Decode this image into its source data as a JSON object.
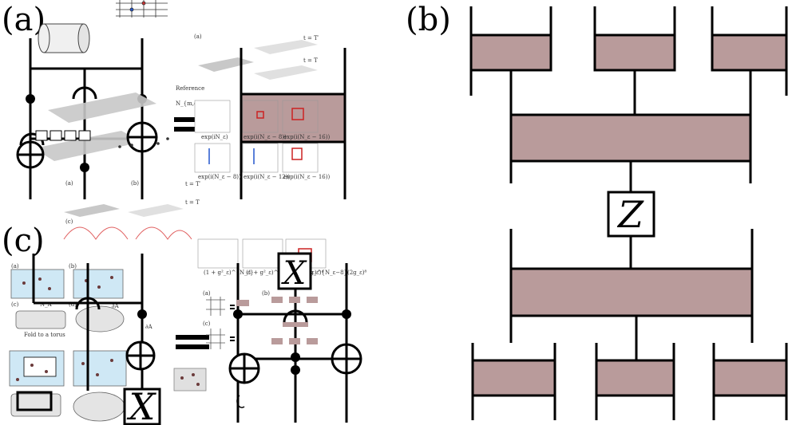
{
  "panels": {
    "a": {
      "label": "(a)"
    },
    "b": {
      "label": "(b)"
    },
    "c": {
      "label": "(c)"
    }
  },
  "operators": {
    "z_label": "Z",
    "x_label": "X",
    "x_label_c": "X"
  },
  "inset_text": {
    "a_top_sub": "(a)",
    "a_t_prime": "t = T′",
    "a_t": "t = T",
    "a_reference": "Reference",
    "a_n_m_q": "N_{m,q} =",
    "a_exp1": "exp(iN_ε)",
    "a_exp2": "exp(i(N_ε − 8))",
    "a_exp3": "exp(i(N_ε − 16))",
    "a_exp4": "exp(i(N_ε − 8))",
    "a_exp5": "exp(i(N_ε − 12))",
    "a_exp6": "exp(i(N_ε − 16))",
    "a_bottom_a": "(a)",
    "a_bottom_b": "(b)",
    "a_bottom_c": "(c)",
    "c_a": "(a)",
    "c_b": "(b)",
    "c_c": "(c)",
    "c_d": "(d)",
    "c_na": "N_A",
    "c_da": "∂A",
    "c_fold": "Fold to a torus",
    "c_da_right": "∂A",
    "c_sub_a": "(a)",
    "c_sub_b": "(b)",
    "c_sub_c": "(c)",
    "c_coef1": "(1 + g²_ε)^{N_ε}",
    "c_coef2": "(1 + g²_ε)^{N_ε−4}(2g_ε)⁴",
    "c_coef3": "(1 + g²_ε)^{N_ε−8}(2g_ε)⁸"
  },
  "colors": {
    "tensor_fill": "#b99b9b",
    "line": "#000000",
    "gray_plane": "#c8c8c8",
    "light_blue": "#cfe8f5",
    "light_red": "#f0b0b0"
  }
}
